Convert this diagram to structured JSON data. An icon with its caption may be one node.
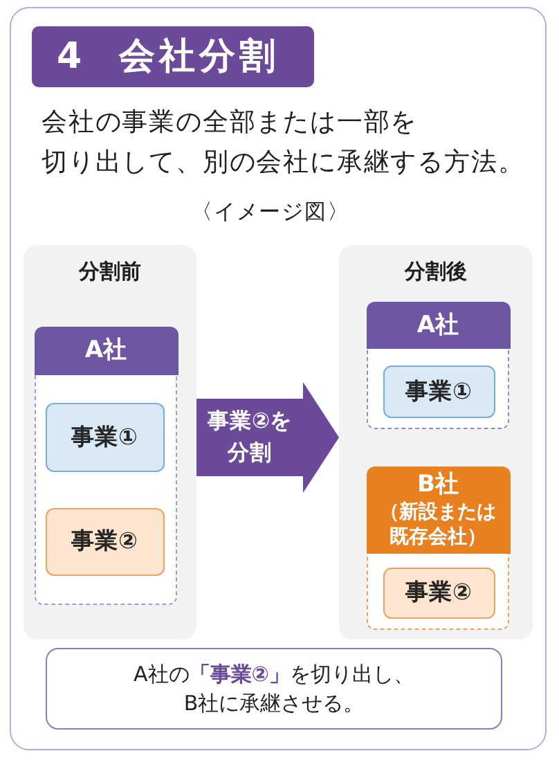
{
  "diagram": {
    "title": "4 会社分割",
    "nodes": [
      {
        "text": [
          "分割前"
        ]
      },
      {
        "text": [
          "A社"
        ],
        "in": 0
      },
      {
        "text": [
          "事業①"
        ],
        "in": 1
      },
      {
        "text": [
          "事業②"
        ],
        "in": 1
      },
      {
        "text": [
          "分割後"
        ]
      },
      {
        "text": [
          "A社"
        ],
        "in": 4
      },
      {
        "text": [
          "事業①"
        ],
        "in": 5
      },
      {
        "text": [
          "B社",
          "（新設または既存会社）"
        ],
        "in": 4
      },
      {
        "text": [
          "事業②"
        ],
        "in": 7
      },
      {
        "text": [
          "A社の**「事業②」**を切り出し、B社に承継させる。"
        ]
      }
    ],
    "edges": [
      {
        "from": 0,
        "to": 4,
        "arrow": "to",
        "label": "事業②を分割"
      }
    ],
    "labels": [
      "会社の事業の全部または一部を切り出して、別の会社に承継する方法。",
      "〈イメージ図〉"
    ]
  }
}
